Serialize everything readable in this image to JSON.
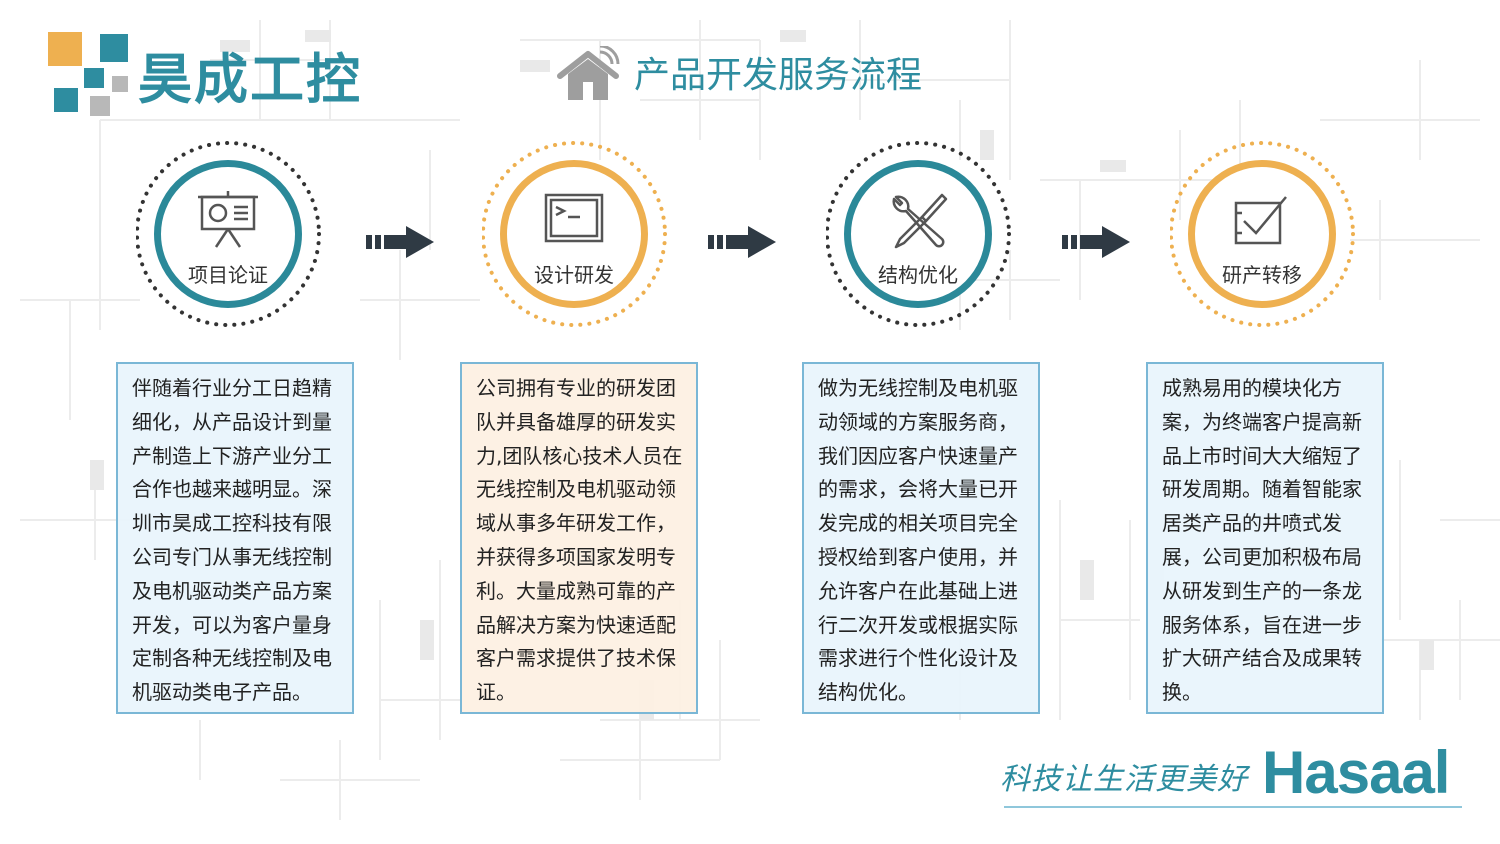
{
  "brand": {
    "logo_text": "昊成工控",
    "slogan": "科技让生活更美好",
    "name": "Hasaal",
    "colors": {
      "teal": "#2e8da0",
      "orange": "#eeb050",
      "gray": "#b8b8b8"
    }
  },
  "page": {
    "title": "产品开发服务流程",
    "title_icon": "house-wifi-icon"
  },
  "steps": [
    {
      "label": "项目论证",
      "icon": "presentation-board-icon",
      "ring": "teal",
      "text": "伴随着行业分工日趋精细化，从产品设计到量产制造上下游产业分工合作也越来越明显。深圳市昊成工控科技有限公司专门从事无线控制及电机驱动类产品方案开发，可以为客户量身定制各种无线控制及电机驱动类电子产品。"
    },
    {
      "label": "设计研发",
      "icon": "terminal-window-icon",
      "ring": "orange",
      "text": "公司拥有专业的研发团队并具备雄厚的研发实力,团队核心技术人员在无线控制及电机驱动领域从事多年研发工作，并获得多项国家发明专利。大量成熟可靠的产品解决方案为快速适配客户需求提供了技术保证。"
    },
    {
      "label": "结构优化",
      "icon": "wrench-screwdriver-icon",
      "ring": "teal",
      "text": "做为无线控制及电机驱动领域的方案服务商，我们因应客户快速量产的需求，会将大量已开发完成的相关项目完全授权给到客户使用，并允许客户在此基础上进行二次开发或根据实际需求进行个性化设计及结构优化。"
    },
    {
      "label": "研产转移",
      "icon": "checklist-icon",
      "ring": "orange",
      "text": "成熟易用的模块化方案，为终端客户提高新品上市时间大大缩短了研发周期。随着智能家居类产品的井喷式发展，公司更加积极布局从研发到生产的一条龙服务体系，旨在进一步扩大研产结合及成果转换。"
    }
  ]
}
